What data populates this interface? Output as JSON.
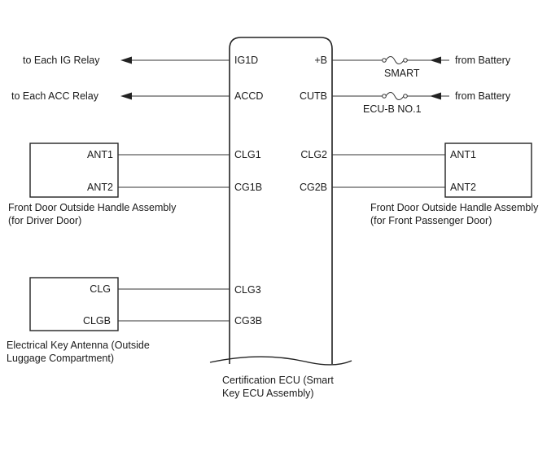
{
  "ecu": {
    "pins_left": [
      "IG1D",
      "ACCD",
      "CLG1",
      "CG1B",
      "CLG3",
      "CG3B"
    ],
    "pins_right": [
      "+B",
      "CUTB",
      "CLG2",
      "CG2B"
    ],
    "caption_line1": "Certification ECU (Smart",
    "caption_line2": "Key ECU Assembly)"
  },
  "left_outputs": {
    "ig_relay": "to Each IG Relay",
    "acc_relay": "to Each ACC Relay"
  },
  "right_inputs": {
    "battery_1": "from Battery",
    "battery_2": "from Battery"
  },
  "fuses": {
    "smart": "SMART",
    "ecub": "ECU-B NO.1"
  },
  "driver_door": {
    "pins": [
      "ANT1",
      "ANT2"
    ],
    "caption_line1": "Front Door Outside Handle Assembly",
    "caption_line2": "(for Driver Door)"
  },
  "passenger_door": {
    "pins": [
      "ANT1",
      "ANT2"
    ],
    "caption_line1": "Front Door Outside Handle Assembly",
    "caption_line2": "(for Front Passenger Door)"
  },
  "luggage_antenna": {
    "pins": [
      "CLG",
      "CLGB"
    ],
    "caption_line1": "Electrical Key Antenna (Outside",
    "caption_line2": "Luggage Compartment)"
  }
}
